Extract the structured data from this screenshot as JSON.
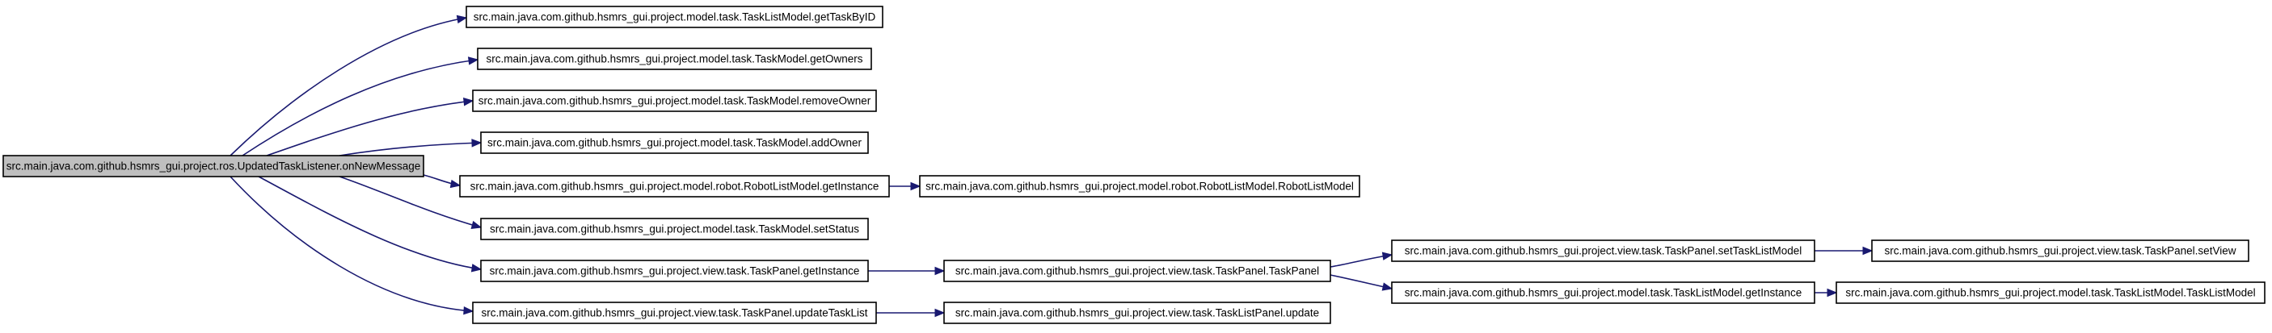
{
  "diagram": {
    "type": "call-graph",
    "nodes": [
      {
        "id": "root",
        "label": "src.main.java.com.github.hsmrs_gui.project.ros.UpdatedTaskListener.onNewMessage",
        "highlighted": true
      },
      {
        "id": "n1",
        "label": "src.main.java.com.github.hsmrs_gui.project.model.task.TaskListModel.getTaskByID"
      },
      {
        "id": "n2",
        "label": "src.main.java.com.github.hsmrs_gui.project.model.task.TaskModel.getOwners"
      },
      {
        "id": "n3",
        "label": "src.main.java.com.github.hsmrs_gui.project.model.task.TaskModel.removeOwner"
      },
      {
        "id": "n4",
        "label": "src.main.java.com.github.hsmrs_gui.project.model.task.TaskModel.addOwner"
      },
      {
        "id": "n5",
        "label": "src.main.java.com.github.hsmrs_gui.project.model.robot.RobotListModel.getInstance"
      },
      {
        "id": "n6",
        "label": "src.main.java.com.github.hsmrs_gui.project.model.task.TaskModel.setStatus"
      },
      {
        "id": "n7",
        "label": "src.main.java.com.github.hsmrs_gui.project.view.task.TaskPanel.getInstance"
      },
      {
        "id": "n8",
        "label": "src.main.java.com.github.hsmrs_gui.project.view.task.TaskPanel.updateTaskList"
      },
      {
        "id": "n9",
        "label": "src.main.java.com.github.hsmrs_gui.project.model.robot.RobotListModel.RobotListModel"
      },
      {
        "id": "n10",
        "label": "src.main.java.com.github.hsmrs_gui.project.view.task.TaskPanel.TaskPanel"
      },
      {
        "id": "n11",
        "label": "src.main.java.com.github.hsmrs_gui.project.view.task.TaskListPanel.update"
      },
      {
        "id": "n12",
        "label": "src.main.java.com.github.hsmrs_gui.project.view.task.TaskPanel.setTaskListModel"
      },
      {
        "id": "n13",
        "label": "src.main.java.com.github.hsmrs_gui.project.model.task.TaskListModel.getInstance"
      },
      {
        "id": "n14",
        "label": "src.main.java.com.github.hsmrs_gui.project.view.task.TaskPanel.setView"
      },
      {
        "id": "n15",
        "label": "src.main.java.com.github.hsmrs_gui.project.model.task.TaskListModel.TaskListModel"
      }
    ],
    "edges": [
      {
        "from": "root",
        "to": "n1"
      },
      {
        "from": "root",
        "to": "n2"
      },
      {
        "from": "root",
        "to": "n3"
      },
      {
        "from": "root",
        "to": "n4"
      },
      {
        "from": "root",
        "to": "n5"
      },
      {
        "from": "root",
        "to": "n6"
      },
      {
        "from": "root",
        "to": "n7"
      },
      {
        "from": "root",
        "to": "n8"
      },
      {
        "from": "n5",
        "to": "n9"
      },
      {
        "from": "n7",
        "to": "n10"
      },
      {
        "from": "n8",
        "to": "n11"
      },
      {
        "from": "n10",
        "to": "n12"
      },
      {
        "from": "n10",
        "to": "n13"
      },
      {
        "from": "n12",
        "to": "n14"
      },
      {
        "from": "n13",
        "to": "n15"
      }
    ],
    "colors": {
      "edge": "#191970",
      "root_fill": "#bfbfbf",
      "node_fill": "#ffffff",
      "border": "#000000"
    }
  }
}
